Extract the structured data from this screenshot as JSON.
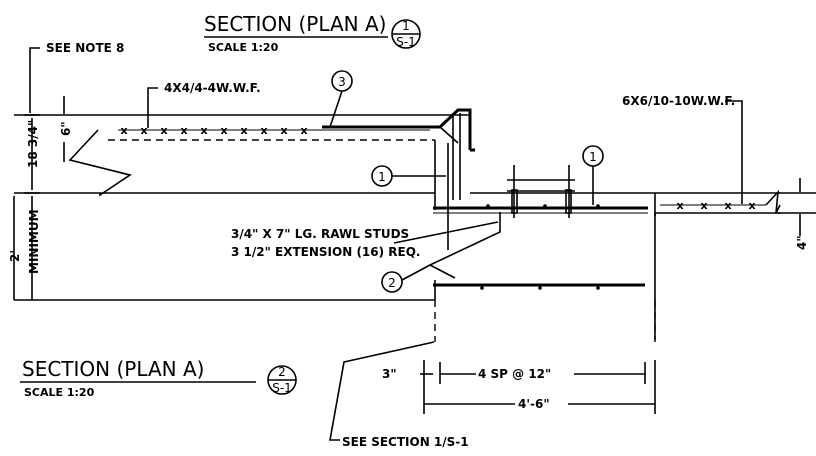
{
  "title_top": {
    "title": "SECTION (PLAN A)",
    "scale": "SCALE 1:20",
    "detail_number": "1",
    "sheet_ref": "S-1"
  },
  "title_bottom": {
    "title": "SECTION   (PLAN A)",
    "scale": "SCALE 1:20",
    "detail_number": "2",
    "sheet_ref": "S-1"
  },
  "notes": {
    "see_note": "SEE NOTE 8",
    "mesh_top": "4X4/4-4W.W.F.",
    "mesh_right": "6X6/10-10W.W.F.",
    "studs_line1": "3/4\" X 7\" LG. RAWL STUDS",
    "studs_line2": "3 1/2\" EXTENSION (16) REQ.",
    "see_section": "SEE SECTION 1/S-1"
  },
  "callouts": {
    "c3": "3",
    "c1_left": "1",
    "c1_right": "1",
    "c2": "2"
  },
  "dimensions": {
    "d_6in": "6\"",
    "d_18_3_4": "18 3/4\"",
    "d_2ft": "2'",
    "d_minimum": "MINIMUM",
    "d_4in": "4\"",
    "d_3in": "3\"",
    "d_4sp": "4 SP @ 12\"",
    "d_4_6": "4'-6\""
  }
}
